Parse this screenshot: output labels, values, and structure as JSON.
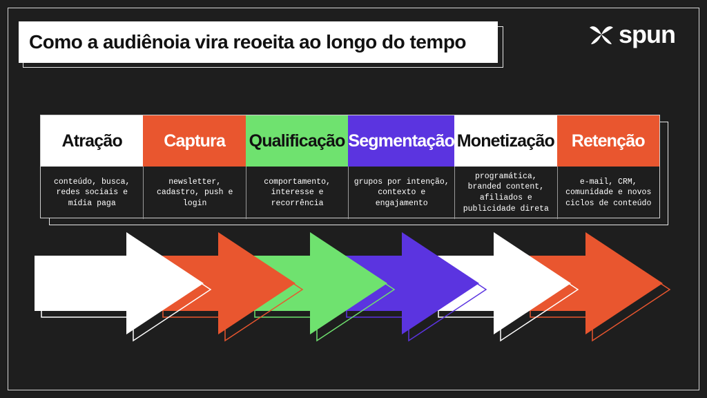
{
  "title": "Como a audiênoia vira reoeita ao longo do tempo",
  "logo": {
    "text": "spun",
    "icon": "leaf-logo-icon"
  },
  "colors": {
    "background": "#1e1e1e",
    "white": "#ffffff",
    "orange": "#e9562f",
    "green": "#6fe26f",
    "purple": "#5b34e0"
  },
  "stages": [
    {
      "name": "Atração",
      "color": "#ffffff",
      "text_color": "#111111",
      "description": "conteúdo, busca, redes sociais e mídia paga"
    },
    {
      "name": "Captura",
      "color": "#e9562f",
      "text_color": "#ffffff",
      "description": "newsletter, cadastro, push e login"
    },
    {
      "name": "Qualificação",
      "color": "#6fe26f",
      "text_color": "#111111",
      "description": "comportamento, interesse e recorrência"
    },
    {
      "name": "Segmentação",
      "color": "#5b34e0",
      "text_color": "#ffffff",
      "description": "grupos por intenção, contexto e engajamento"
    },
    {
      "name": "Monetização",
      "color": "#ffffff",
      "text_color": "#111111",
      "description": "programática, branded content, afiliados e publicidade direta"
    },
    {
      "name": "Retenção",
      "color": "#e9562f",
      "text_color": "#ffffff",
      "description": "e-mail, CRM, comunidade e novos ciclos de conteúdo"
    }
  ]
}
